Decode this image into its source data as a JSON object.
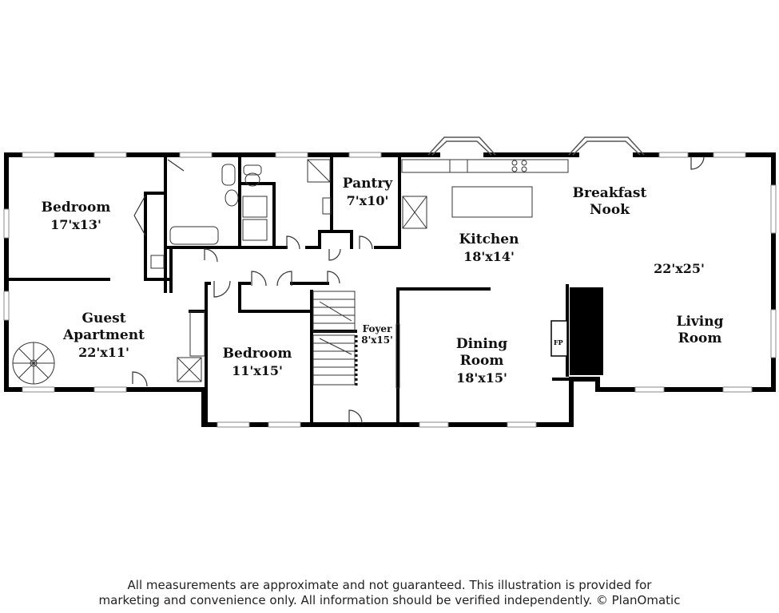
{
  "rooms": {
    "bedroom_nw": {
      "name": "Bedroom",
      "dims": "17'x13'"
    },
    "guest_apartment": {
      "name": "Guest Apartment",
      "dims": "22'x11'"
    },
    "bedroom_s": {
      "name": "Bedroom",
      "dims": "11'x15'"
    },
    "pantry": {
      "name": "Pantry",
      "dims": "7'x10'"
    },
    "foyer": {
      "name": "Foyer",
      "dims": "8'x15'"
    },
    "kitchen": {
      "name": "Kitchen",
      "dims": "18'x14'"
    },
    "breakfast_nook": {
      "name": "Breakfast Nook",
      "dims": ""
    },
    "dining_room": {
      "name": "Dining Room",
      "dims": "18'x15'"
    },
    "great_room_dims": "22'x25'",
    "living_room": {
      "name": "Living Room"
    }
  },
  "fireplace_label": "FP",
  "disclaimer": {
    "line1": "All measurements are approximate and not guaranteed. This illustration is provided for",
    "line2": "marketing and convenience only. All information should be verified independently. © PlanOmatic"
  }
}
